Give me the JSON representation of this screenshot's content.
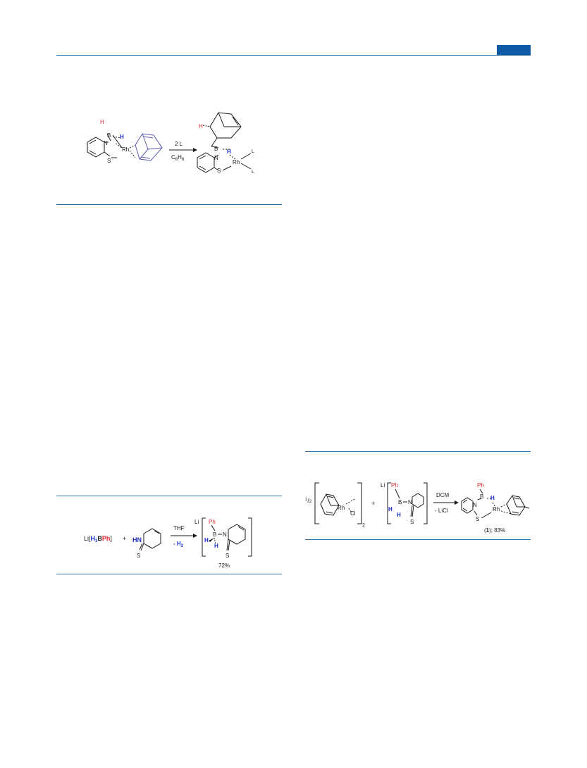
{
  "colors": {
    "accent_rule": "#2f6fa8",
    "tab": "#0e5aa7",
    "red": "#e0242a",
    "blue": "#1b2fc9",
    "purple": "#5b5bb0",
    "black": "#1a1a1a"
  },
  "scheme1": {
    "left": {
      "H": "H",
      "B": "B",
      "H2": "H",
      "N": "N",
      "Rh": "Rh",
      "S": "S"
    },
    "arrow_top": "2 L",
    "arrow_bottom_main": "C",
    "arrow_bottom_sub1": "6",
    "arrow_bottom_mid": "H",
    "arrow_bottom_sub2": "6",
    "right": {
      "H": "H",
      "B": "B",
      "H2": "H",
      "N": "N",
      "Rh": "Rh",
      "S": "S",
      "L1": "L",
      "L2": "L"
    }
  },
  "scheme2": {
    "li_prefix": "Li",
    "bracket_open": "[",
    "h3": "H",
    "h3_sub": "3",
    "b": "B",
    "ph": "Ph",
    "bracket_close": "]",
    "plus": "+",
    "hn": "HN",
    "s": "S",
    "arrow_top": "THF",
    "arrow_bottom": "- H",
    "arrow_bottom_sub": "2",
    "product_li": "Li",
    "product_ph": "Ph",
    "product_b": "B",
    "product_n": "N",
    "product_h1": "H",
    "product_h2": "H",
    "product_s": "S",
    "yield": "72%"
  },
  "scheme3": {
    "half_num": "1",
    "half_den": "2",
    "rh": "Rh",
    "cl": "Cl",
    "sub2": "2",
    "plus": "+",
    "li": "Li",
    "ph": "Ph",
    "b": "B",
    "n": "N",
    "h1": "H",
    "h2": "H",
    "s": "S",
    "arrow_top": "DCM",
    "arrow_bottom": "- LiCl",
    "prod_ph": "Ph",
    "prod_b": "B",
    "prod_h": "H",
    "prod_n": "N",
    "prod_rh": "Rh",
    "prod_s": "S",
    "label_open": "(",
    "label_num": "1",
    "label_rest": "); 83%"
  }
}
